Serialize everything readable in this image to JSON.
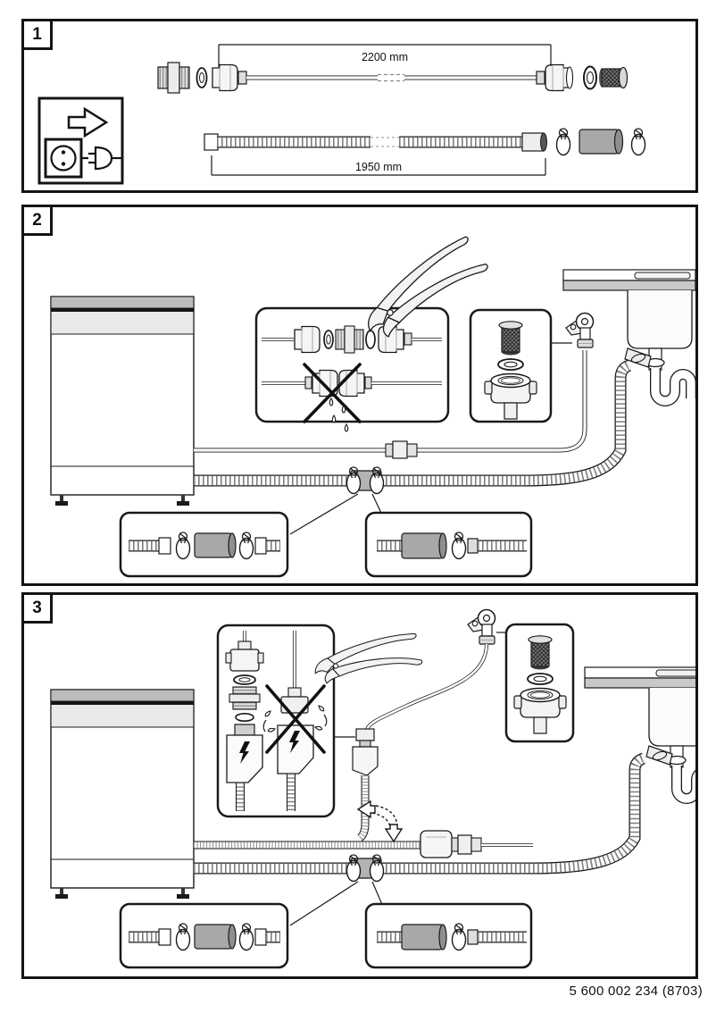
{
  "colors": {
    "ink": "#1a1a1a",
    "panel_background": "#ffffff",
    "worktop_gray": "#bcbcbc",
    "control_band_gray": "#e9e9e9",
    "sleeve_gray": "#a8a8a8",
    "counter_gray": "#c9c9c9"
  },
  "footer": {
    "part_number": "5 600 002 234 (8703)"
  },
  "panels": [
    {
      "label": "1",
      "name": "hose-kit-overview",
      "dimensions": {
        "supply_hose_length": "2200 mm",
        "drain_hose_length": "1950 mm"
      },
      "icons": [
        "power-socket-icon",
        "power-plug-icon",
        "arrow-right-icon",
        "supply-hose",
        "union-fitting",
        "sealing-washer",
        "coupling-nut",
        "drain-hose",
        "hose-clamp",
        "connector-sleeve",
        "filter-strainer"
      ]
    },
    {
      "label": "2",
      "name": "standard-water-connection",
      "icons": [
        "dishwasher",
        "pliers",
        "correct-union-assembly",
        "crossed-out-connection",
        "water-drops",
        "tap-connection-detail",
        "filter-strainer",
        "faucet",
        "sink-with-trap",
        "supply-hose",
        "drain-hose",
        "drain-hose-joint",
        "hose-clamp",
        "connector-sleeve"
      ]
    },
    {
      "label": "3",
      "name": "aquastop-valve-connection",
      "icons": [
        "dishwasher",
        "aquastop-valve",
        "lightning-bolt",
        "crossed-out-connection",
        "splash-drops",
        "pliers",
        "faucet",
        "tap-connection-detail",
        "filter-strainer",
        "sink-with-trap",
        "rotate-down-dashed-arrow",
        "braided-supply-hose",
        "drain-hose",
        "drain-hose-joint",
        "hose-clamp",
        "connector-sleeve"
      ]
    }
  ]
}
